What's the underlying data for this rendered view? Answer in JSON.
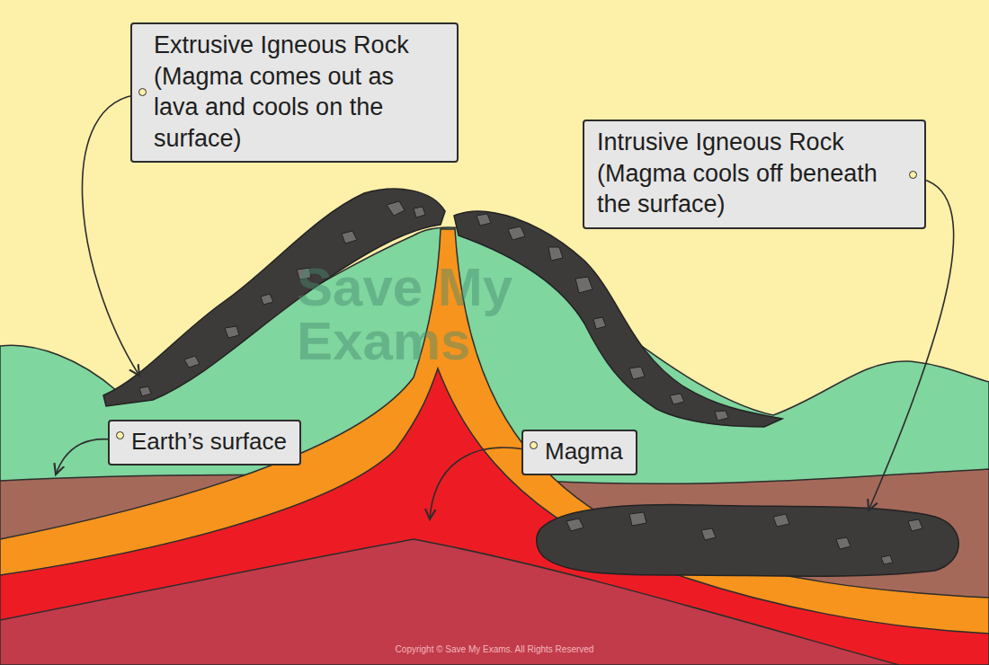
{
  "diagram": {
    "nodes": [
      {
        "text": [
          "Extrusive Igneous Rock",
          "(Magma comes out as lava and cools on the surface)"
        ]
      },
      {
        "text": [
          "Intrusive Igneous Rock",
          "(Magma cools off beneath the surface)"
        ]
      },
      {
        "text": [
          "Earth’s surface"
        ]
      },
      {
        "text": [
          "Magma"
        ]
      }
    ],
    "labels": [
      "Save My Exams",
      "Copyright © Save My Exams. All Rights Reserved"
    ]
  }
}
